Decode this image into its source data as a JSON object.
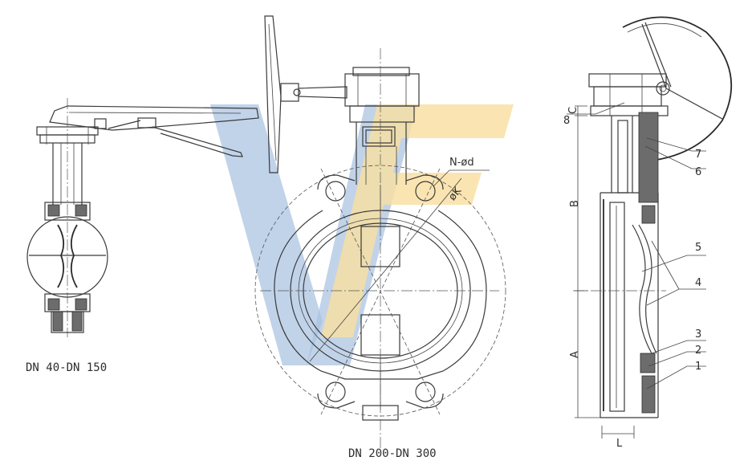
{
  "labels": {
    "left_view": "DN 40-DN 150",
    "center_view": "DN 200-DN 300"
  },
  "annotations": {
    "holes": "N-ød",
    "bolt_circle": "øK"
  },
  "dimensions": {
    "a": "A",
    "b": "B",
    "c": "C",
    "l": "L"
  },
  "part_numbers": [
    "1",
    "2",
    "3",
    "4",
    "5",
    "6",
    "7",
    "8"
  ],
  "colors": {
    "logo_blue": "#9db9dc",
    "logo_yellow": "#f7d98f",
    "line": "#3a3a3a"
  }
}
